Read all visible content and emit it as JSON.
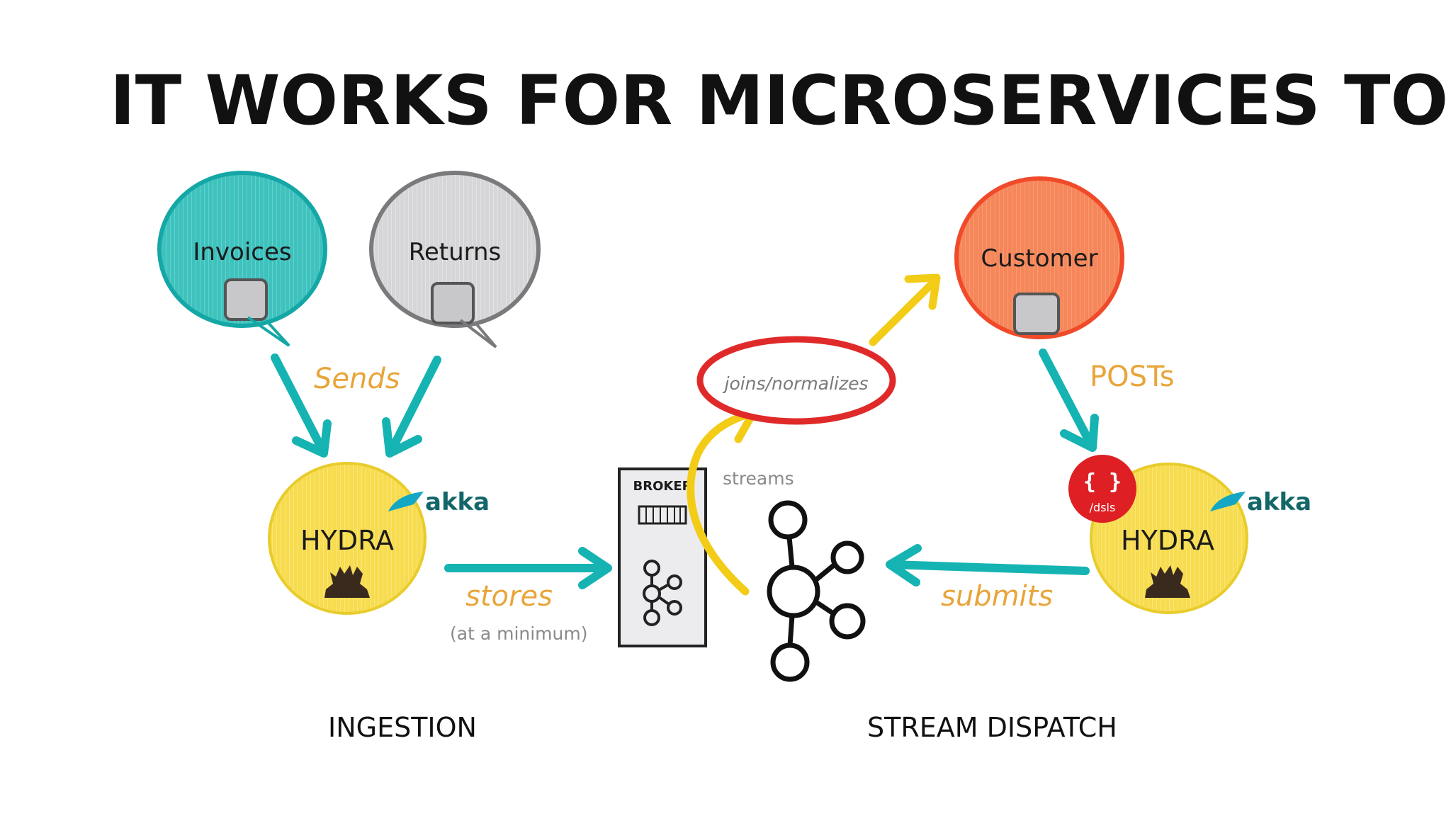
{
  "title": "IT WORKS FOR MICROSERVICES TOO",
  "nodes": {
    "invoices": "Invoices",
    "returns": "Returns",
    "customer": "Customer",
    "hydra_left": "HYDRA",
    "hydra_right": "HYDRA",
    "joins": "joins/normalizes",
    "broker": "BROKER",
    "dsls_symbol": "{ }",
    "dsls": "/dsls",
    "akka_left": "akka",
    "akka_right": "akka"
  },
  "labels": {
    "sends": "Sends",
    "posts": "POSTs",
    "stores": "stores",
    "stores_note": "(at a minimum)",
    "submits": "submits",
    "streams": "streams"
  },
  "sections": {
    "ingestion": "INGESTION",
    "stream_dispatch": "STREAM DISPATCH"
  },
  "colors": {
    "teal": "#16b3b3",
    "invoices_fill": "#3fc2bd",
    "returns_fill": "#d6d6d8",
    "customer_fill": "#f6875a",
    "hydra_fill": "#f7dc4f",
    "accent_orange": "#e8a53a",
    "yellow_arrow": "#f2cc16",
    "red_ring": "#e02a2a",
    "akka_text": "#13666a"
  }
}
